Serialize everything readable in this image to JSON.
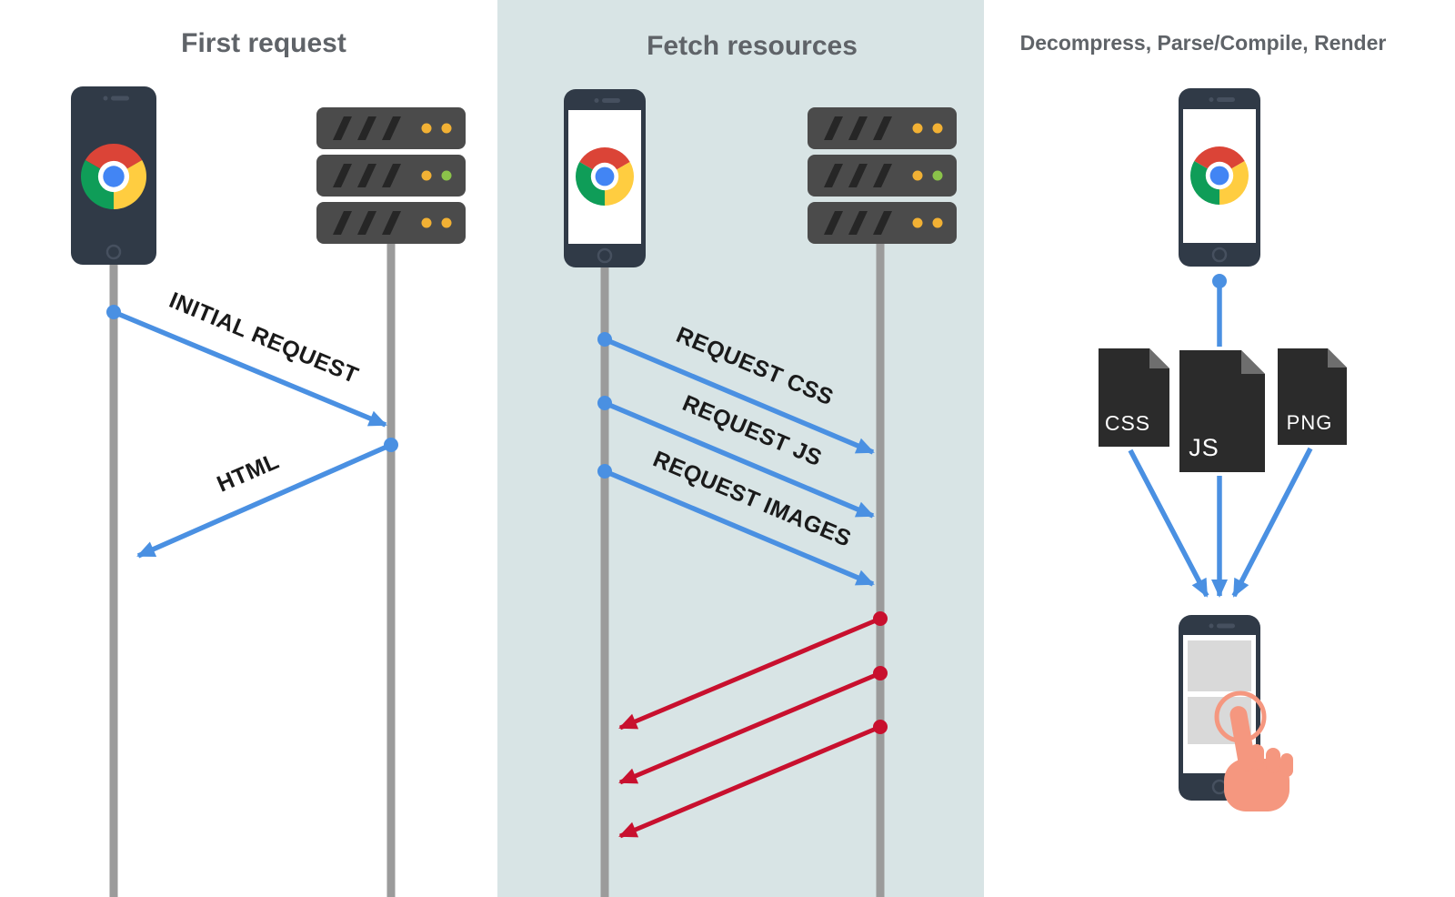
{
  "first_request": {
    "title": "First request",
    "labels": {
      "initial_request": "INITIAL REQUEST",
      "html": "HTML"
    }
  },
  "fetch_resources": {
    "title": "Fetch resources",
    "labels": {
      "css": "REQUEST CSS",
      "js": "REQUEST JS",
      "images": "REQUEST IMAGES"
    },
    "response_arrows_count": 3
  },
  "render": {
    "title": "Decompress, Parse/Compile, Render",
    "files": {
      "css": "CSS",
      "js": "JS",
      "png": "PNG"
    }
  },
  "colors": {
    "panel_background": "#ffffff",
    "fetch_panel_background": "#d8e4e5",
    "title_text": "#5f6368",
    "arrow_label_text": "#1a1a1a",
    "blue_arrow": "#4a90e2",
    "red_arrow": "#c8102e",
    "timeline": "#9b9b9b",
    "phone_body": "#303a47",
    "phone_screen": "#ffffff",
    "server_body": "#4b4b4b",
    "server_vent": "#262626",
    "led_amber": "#f2b134",
    "led_green": "#8bc34a",
    "file_icon": "#2b2b2b",
    "file_fold": "#6e6e6e",
    "file_label_text": "#ffffff",
    "wireframe_box": "#d9d9d9",
    "hand": "#f5977f",
    "chrome_red": "#db4437",
    "chrome_yellow": "#ffcd40",
    "chrome_green": "#0f9d58",
    "chrome_blue": "#4285f4"
  }
}
